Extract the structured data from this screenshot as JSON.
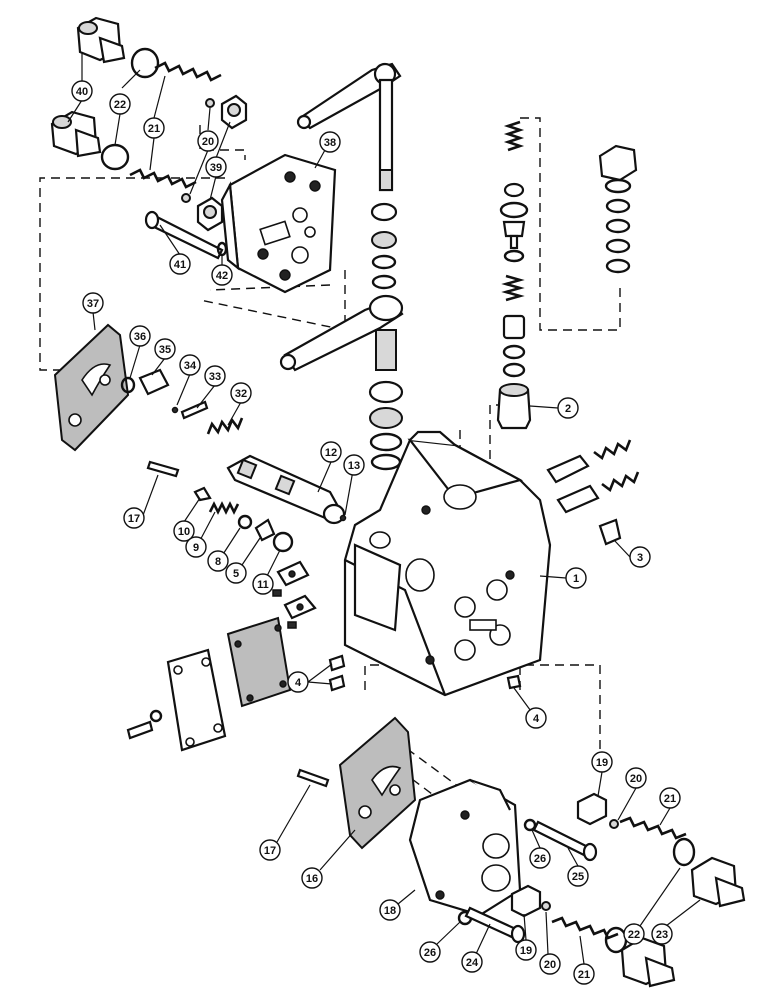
{
  "callouts": [
    {
      "id": "c40",
      "label": "40"
    },
    {
      "id": "c22a",
      "label": "22"
    },
    {
      "id": "c21a",
      "label": "21"
    },
    {
      "id": "c20a",
      "label": "20"
    },
    {
      "id": "c39",
      "label": "39"
    },
    {
      "id": "c38",
      "label": "38"
    },
    {
      "id": "c41",
      "label": "41"
    },
    {
      "id": "c42",
      "label": "42"
    },
    {
      "id": "c37",
      "label": "37"
    },
    {
      "id": "c36",
      "label": "36"
    },
    {
      "id": "c35",
      "label": "35"
    },
    {
      "id": "c34",
      "label": "34"
    },
    {
      "id": "c33",
      "label": "33"
    },
    {
      "id": "c32",
      "label": "32"
    },
    {
      "id": "c2",
      "label": "2"
    },
    {
      "id": "c12",
      "label": "12"
    },
    {
      "id": "c13",
      "label": "13"
    },
    {
      "id": "c17a",
      "label": "17"
    },
    {
      "id": "c10",
      "label": "10"
    },
    {
      "id": "c9",
      "label": "9"
    },
    {
      "id": "c8",
      "label": "8"
    },
    {
      "id": "c5",
      "label": "5"
    },
    {
      "id": "c11",
      "label": "11"
    },
    {
      "id": "c3",
      "label": "3"
    },
    {
      "id": "c1",
      "label": "1"
    },
    {
      "id": "c4a",
      "label": "4"
    },
    {
      "id": "c4b",
      "label": "4"
    },
    {
      "id": "c19a",
      "label": "19"
    },
    {
      "id": "c20b",
      "label": "20"
    },
    {
      "id": "c21b",
      "label": "21"
    },
    {
      "id": "c17b",
      "label": "17"
    },
    {
      "id": "c16",
      "label": "16"
    },
    {
      "id": "c26a",
      "label": "26"
    },
    {
      "id": "c25",
      "label": "25"
    },
    {
      "id": "c22b",
      "label": "22"
    },
    {
      "id": "c23",
      "label": "23"
    },
    {
      "id": "c18",
      "label": "18"
    },
    {
      "id": "c26b",
      "label": "26"
    },
    {
      "id": "c24",
      "label": "24"
    },
    {
      "id": "c19b",
      "label": "19"
    },
    {
      "id": "c20c",
      "label": "20"
    },
    {
      "id": "c21c",
      "label": "21"
    }
  ]
}
